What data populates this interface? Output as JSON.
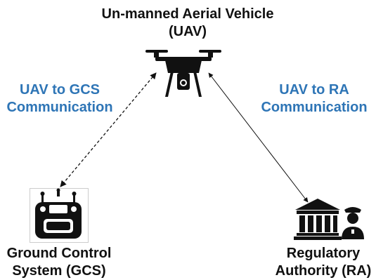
{
  "nodes": {
    "uav": {
      "line1": "Un-manned Aerial Vehicle",
      "line2": "(UAV)",
      "icon": "drone-icon"
    },
    "gcs": {
      "line1": "Ground Control",
      "line2": "System (GCS)",
      "icon": "remote-controller-icon"
    },
    "ra": {
      "line1": "Regulatory",
      "line2": "Authority  (RA)",
      "icon": "government-building-police-officer-icon"
    }
  },
  "links": {
    "uav_gcs": {
      "line1": "UAV to GCS",
      "line2": "Communication",
      "style": "dashed"
    },
    "uav_ra": {
      "line1": "UAV to RA",
      "line2": "Communication",
      "style": "solid"
    }
  },
  "colors": {
    "label": "#111111",
    "link_label": "#2e75b6",
    "icon": "#111111"
  }
}
